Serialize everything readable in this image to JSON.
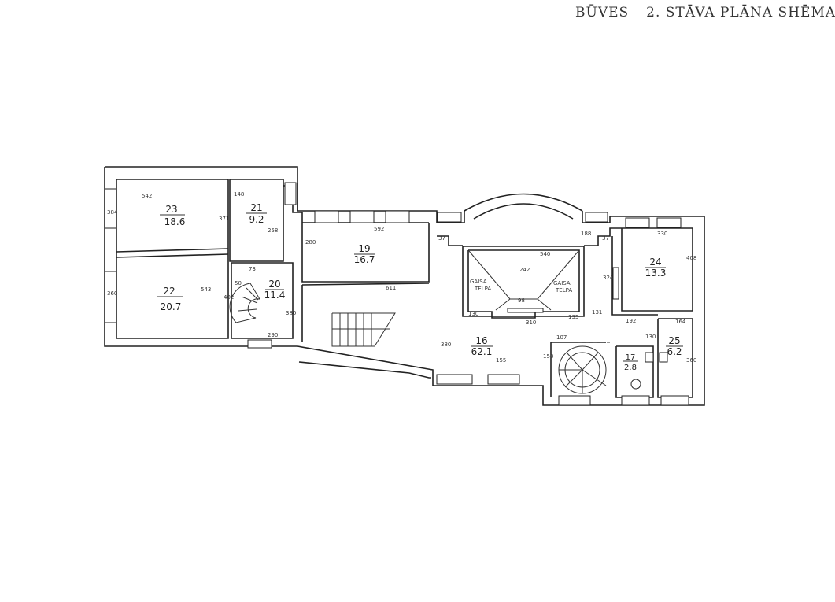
{
  "header": {
    "word1": "BŪVES",
    "word2": "2. STĀVA PLĀNA SHĒMA"
  },
  "rooms": [
    {
      "number": "23",
      "area": "18.6"
    },
    {
      "number": "22",
      "area": "20.7"
    },
    {
      "number": "21",
      "area": "9.2"
    },
    {
      "number": "20",
      "area": "11.4"
    },
    {
      "number": "19",
      "area": "16.7"
    },
    {
      "number": "16",
      "area": "62.1"
    },
    {
      "number": "24",
      "area": "13.3"
    },
    {
      "number": "25",
      "area": "6.2"
    },
    {
      "number": "17",
      "area": "2.8"
    }
  ],
  "air_space_label": [
    "GAISA",
    "TELPA"
  ],
  "dimensions": [
    "542",
    "384",
    "371",
    "543",
    "360",
    "402",
    "148",
    "258",
    "290",
    "380",
    "592",
    "280",
    "611",
    "540",
    "242",
    "310",
    "130",
    "135",
    "188",
    "330",
    "408",
    "324",
    "192",
    "164",
    "130",
    "360",
    "107",
    "158",
    "155",
    "380",
    "98",
    "73",
    "50",
    "131",
    "37",
    "37"
  ]
}
